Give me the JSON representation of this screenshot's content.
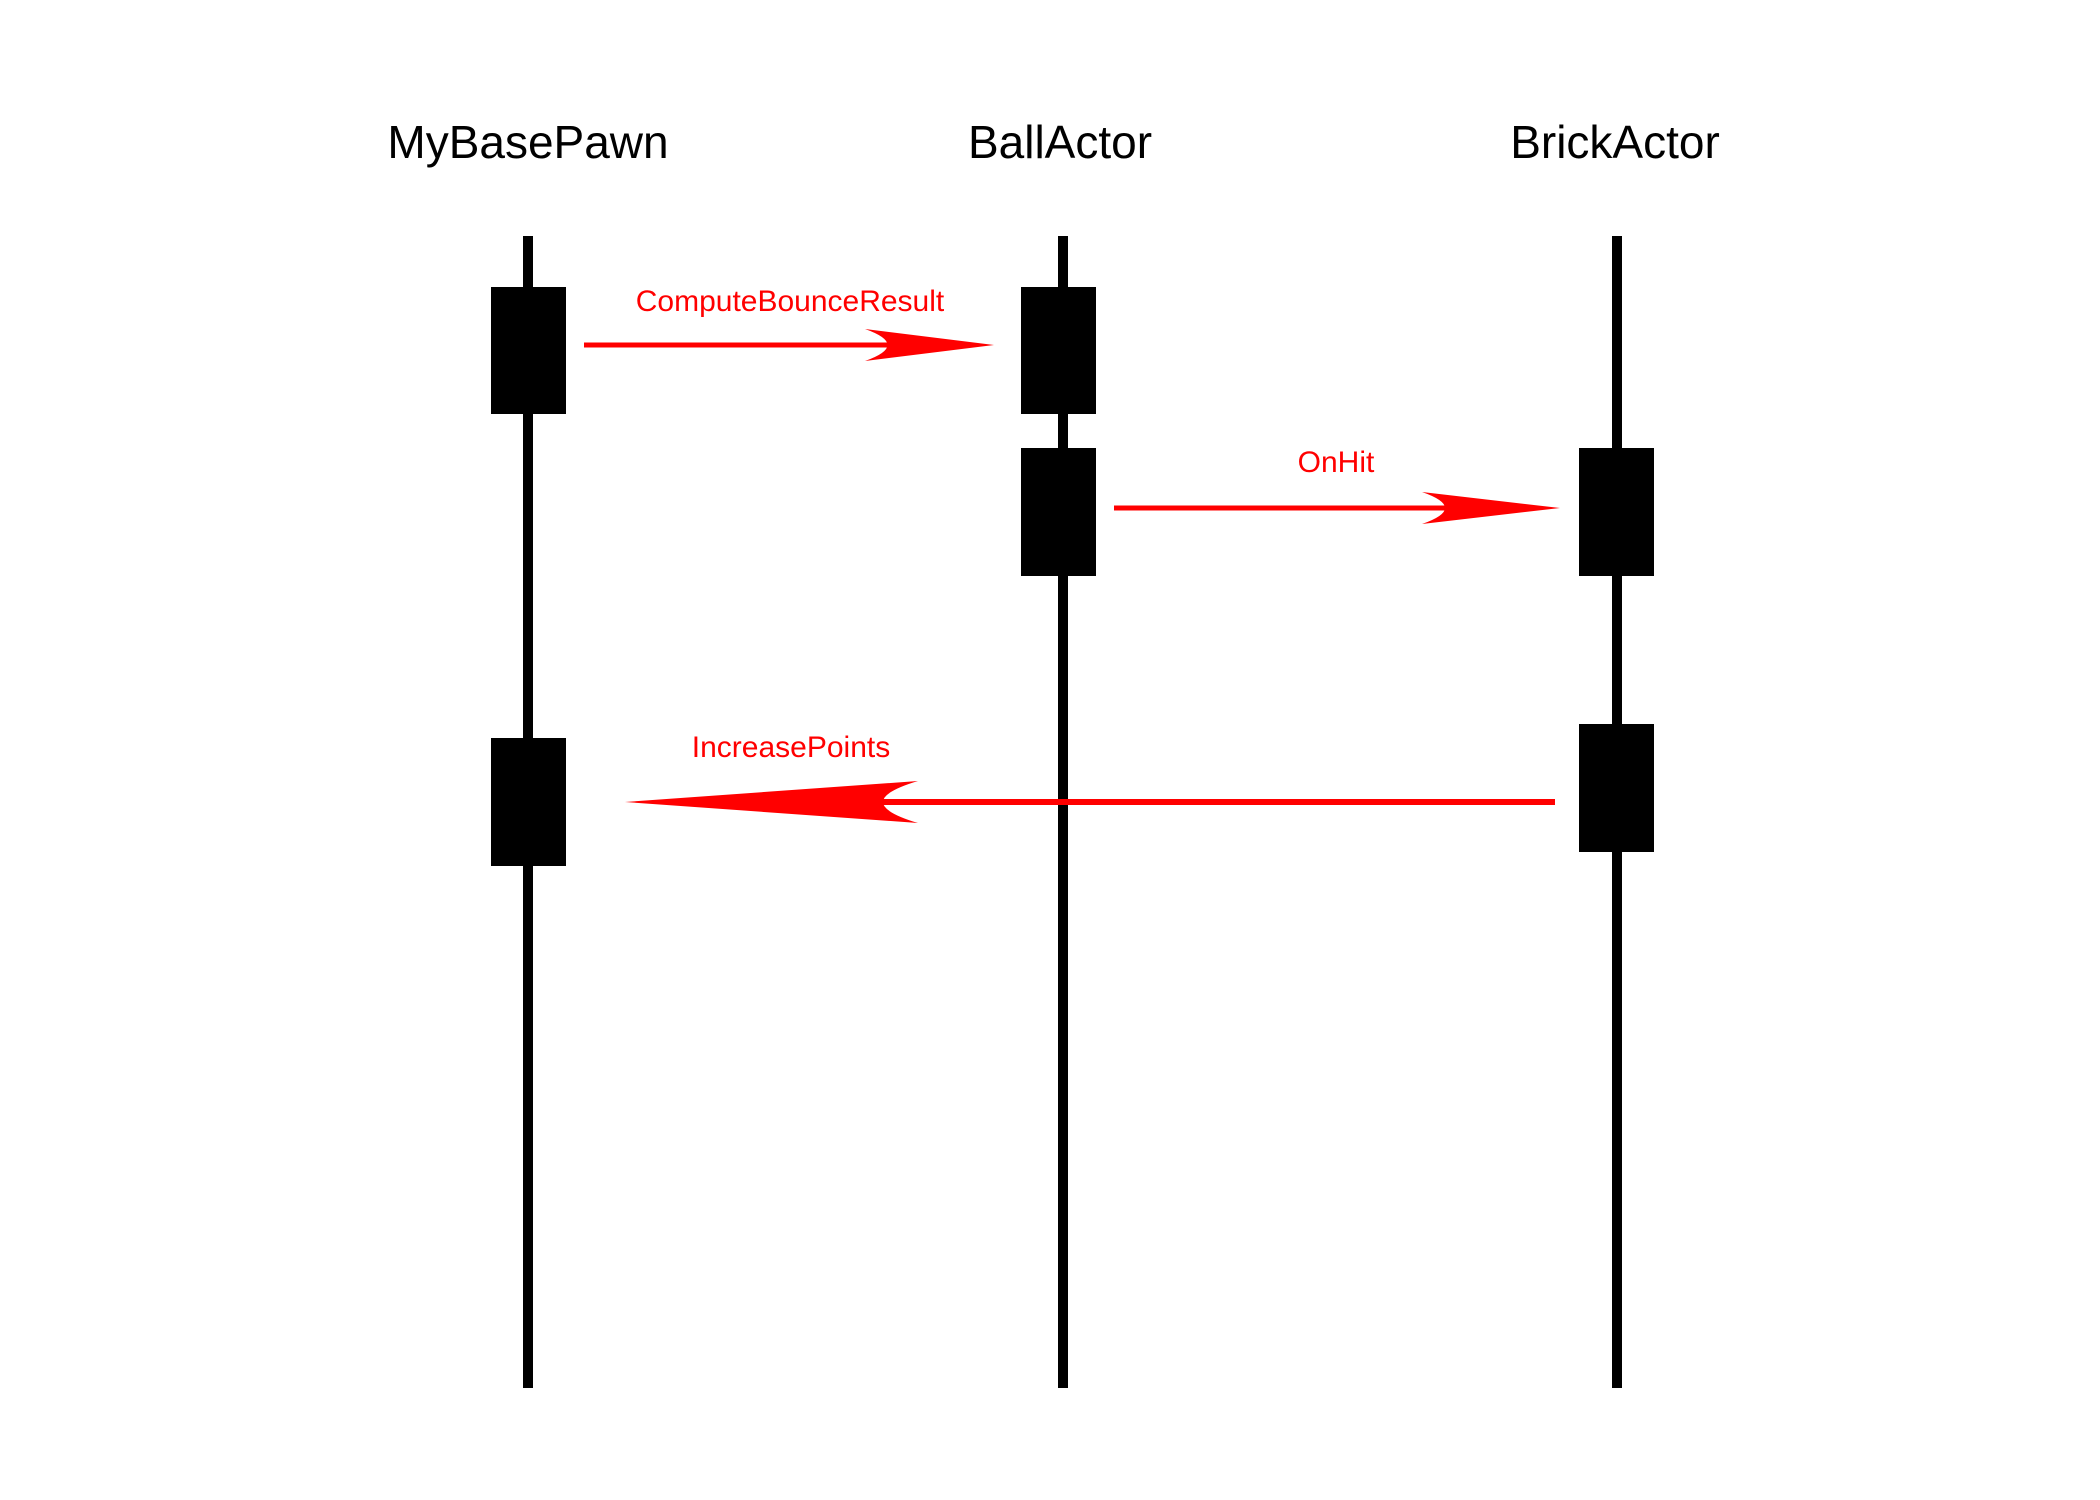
{
  "colors": {
    "background": "#ffffff",
    "lifeline": "#000000",
    "activation": "#000000",
    "message": "#ff0000"
  },
  "actors": [
    {
      "id": "pawn",
      "name": "MyBasePawn"
    },
    {
      "id": "ball",
      "name": "BallActor"
    },
    {
      "id": "brick",
      "name": "BrickActor"
    }
  ],
  "messages": [
    {
      "id": "compute",
      "label": "ComputeBounceResult",
      "from": "pawn",
      "to": "ball"
    },
    {
      "id": "onhit",
      "label": "OnHit",
      "from": "ball",
      "to": "brick"
    },
    {
      "id": "points",
      "label": "IncreasePoints",
      "from": "brick",
      "to": "pawn"
    }
  ]
}
